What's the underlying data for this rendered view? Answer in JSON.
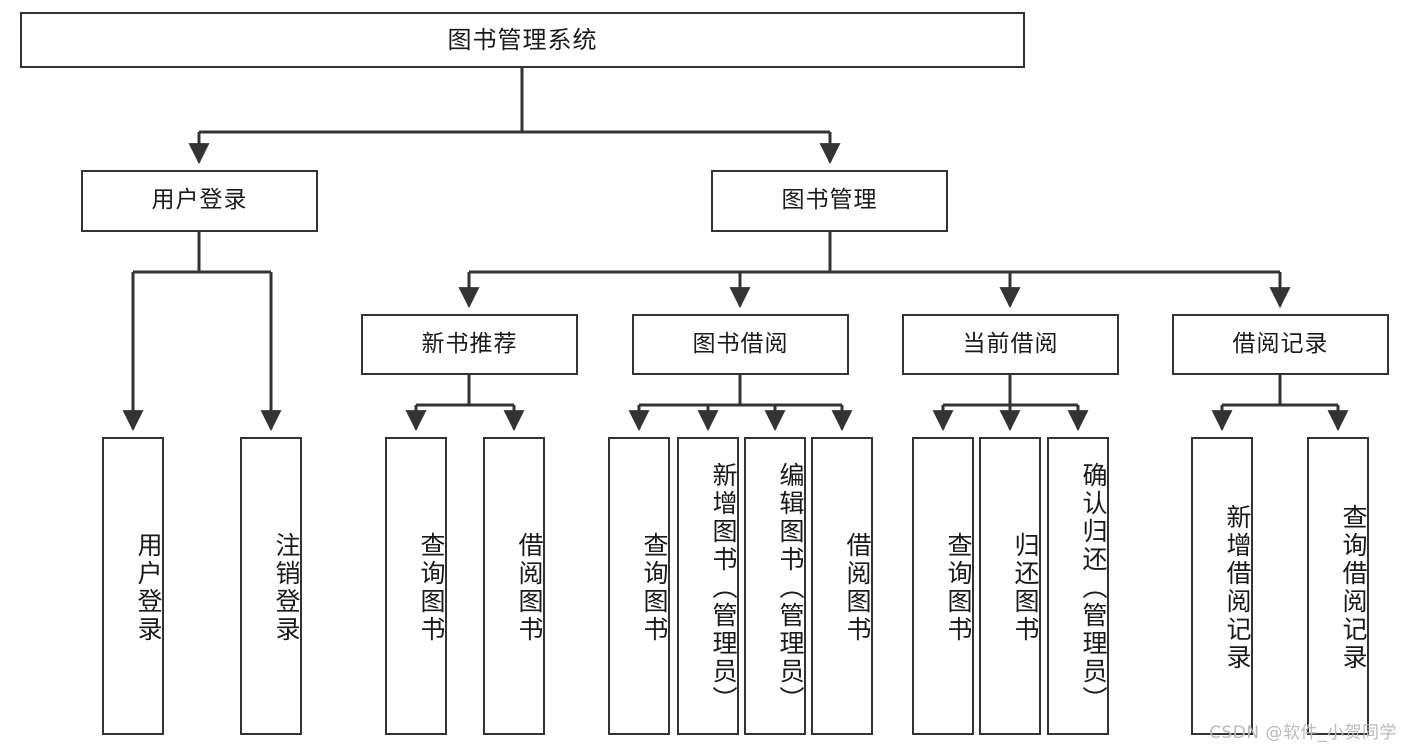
{
  "diagram": {
    "type": "tree",
    "title": "图书管理系统",
    "watermark": "CSDN @软件_小贺同学",
    "colors": {
      "background": "#ffffff",
      "stroke": "#333333",
      "text": "#1a1a1a",
      "watermark": "#b9b9b9"
    },
    "levels": {
      "root": {
        "label": "图书管理系统"
      },
      "level2": [
        {
          "id": "user-login",
          "label": "用户登录"
        },
        {
          "id": "book-management",
          "label": "图书管理"
        }
      ],
      "level3": [
        {
          "id": "new-book-recommend",
          "label": "新书推荐",
          "parent": "book-management"
        },
        {
          "id": "book-borrow",
          "label": "图书借阅",
          "parent": "book-management"
        },
        {
          "id": "current-borrow",
          "label": "当前借阅",
          "parent": "book-management"
        },
        {
          "id": "borrow-record",
          "label": "借阅记录",
          "parent": "book-management"
        }
      ],
      "leaves": [
        {
          "id": "leaf-user-login",
          "label": "用户登录",
          "parent": "user-login"
        },
        {
          "id": "leaf-logout-login",
          "label": "注销登录",
          "parent": "user-login"
        },
        {
          "id": "leaf-query-book-1",
          "label": "查询图书",
          "parent": "new-book-recommend"
        },
        {
          "id": "leaf-borrow-book-1",
          "label": "借阅图书",
          "parent": "new-book-recommend"
        },
        {
          "id": "leaf-query-book-2",
          "label": "查询图书",
          "parent": "book-borrow"
        },
        {
          "id": "leaf-add-book",
          "label": "新增图书（管理员）",
          "parent": "book-borrow"
        },
        {
          "id": "leaf-edit-book",
          "label": "编辑图书（管理员）",
          "parent": "book-borrow"
        },
        {
          "id": "leaf-borrow-book-2",
          "label": "借阅图书",
          "parent": "book-borrow"
        },
        {
          "id": "leaf-query-book-3",
          "label": "查询图书",
          "parent": "current-borrow"
        },
        {
          "id": "leaf-return-book",
          "label": "归还图书",
          "parent": "current-borrow"
        },
        {
          "id": "leaf-confirm-return",
          "label": "确认归还（管理员）",
          "parent": "current-borrow"
        },
        {
          "id": "leaf-add-record",
          "label": "新增借阅记录",
          "parent": "borrow-record"
        },
        {
          "id": "leaf-query-record",
          "label": "查询借阅记录",
          "parent": "borrow-record"
        }
      ]
    }
  }
}
